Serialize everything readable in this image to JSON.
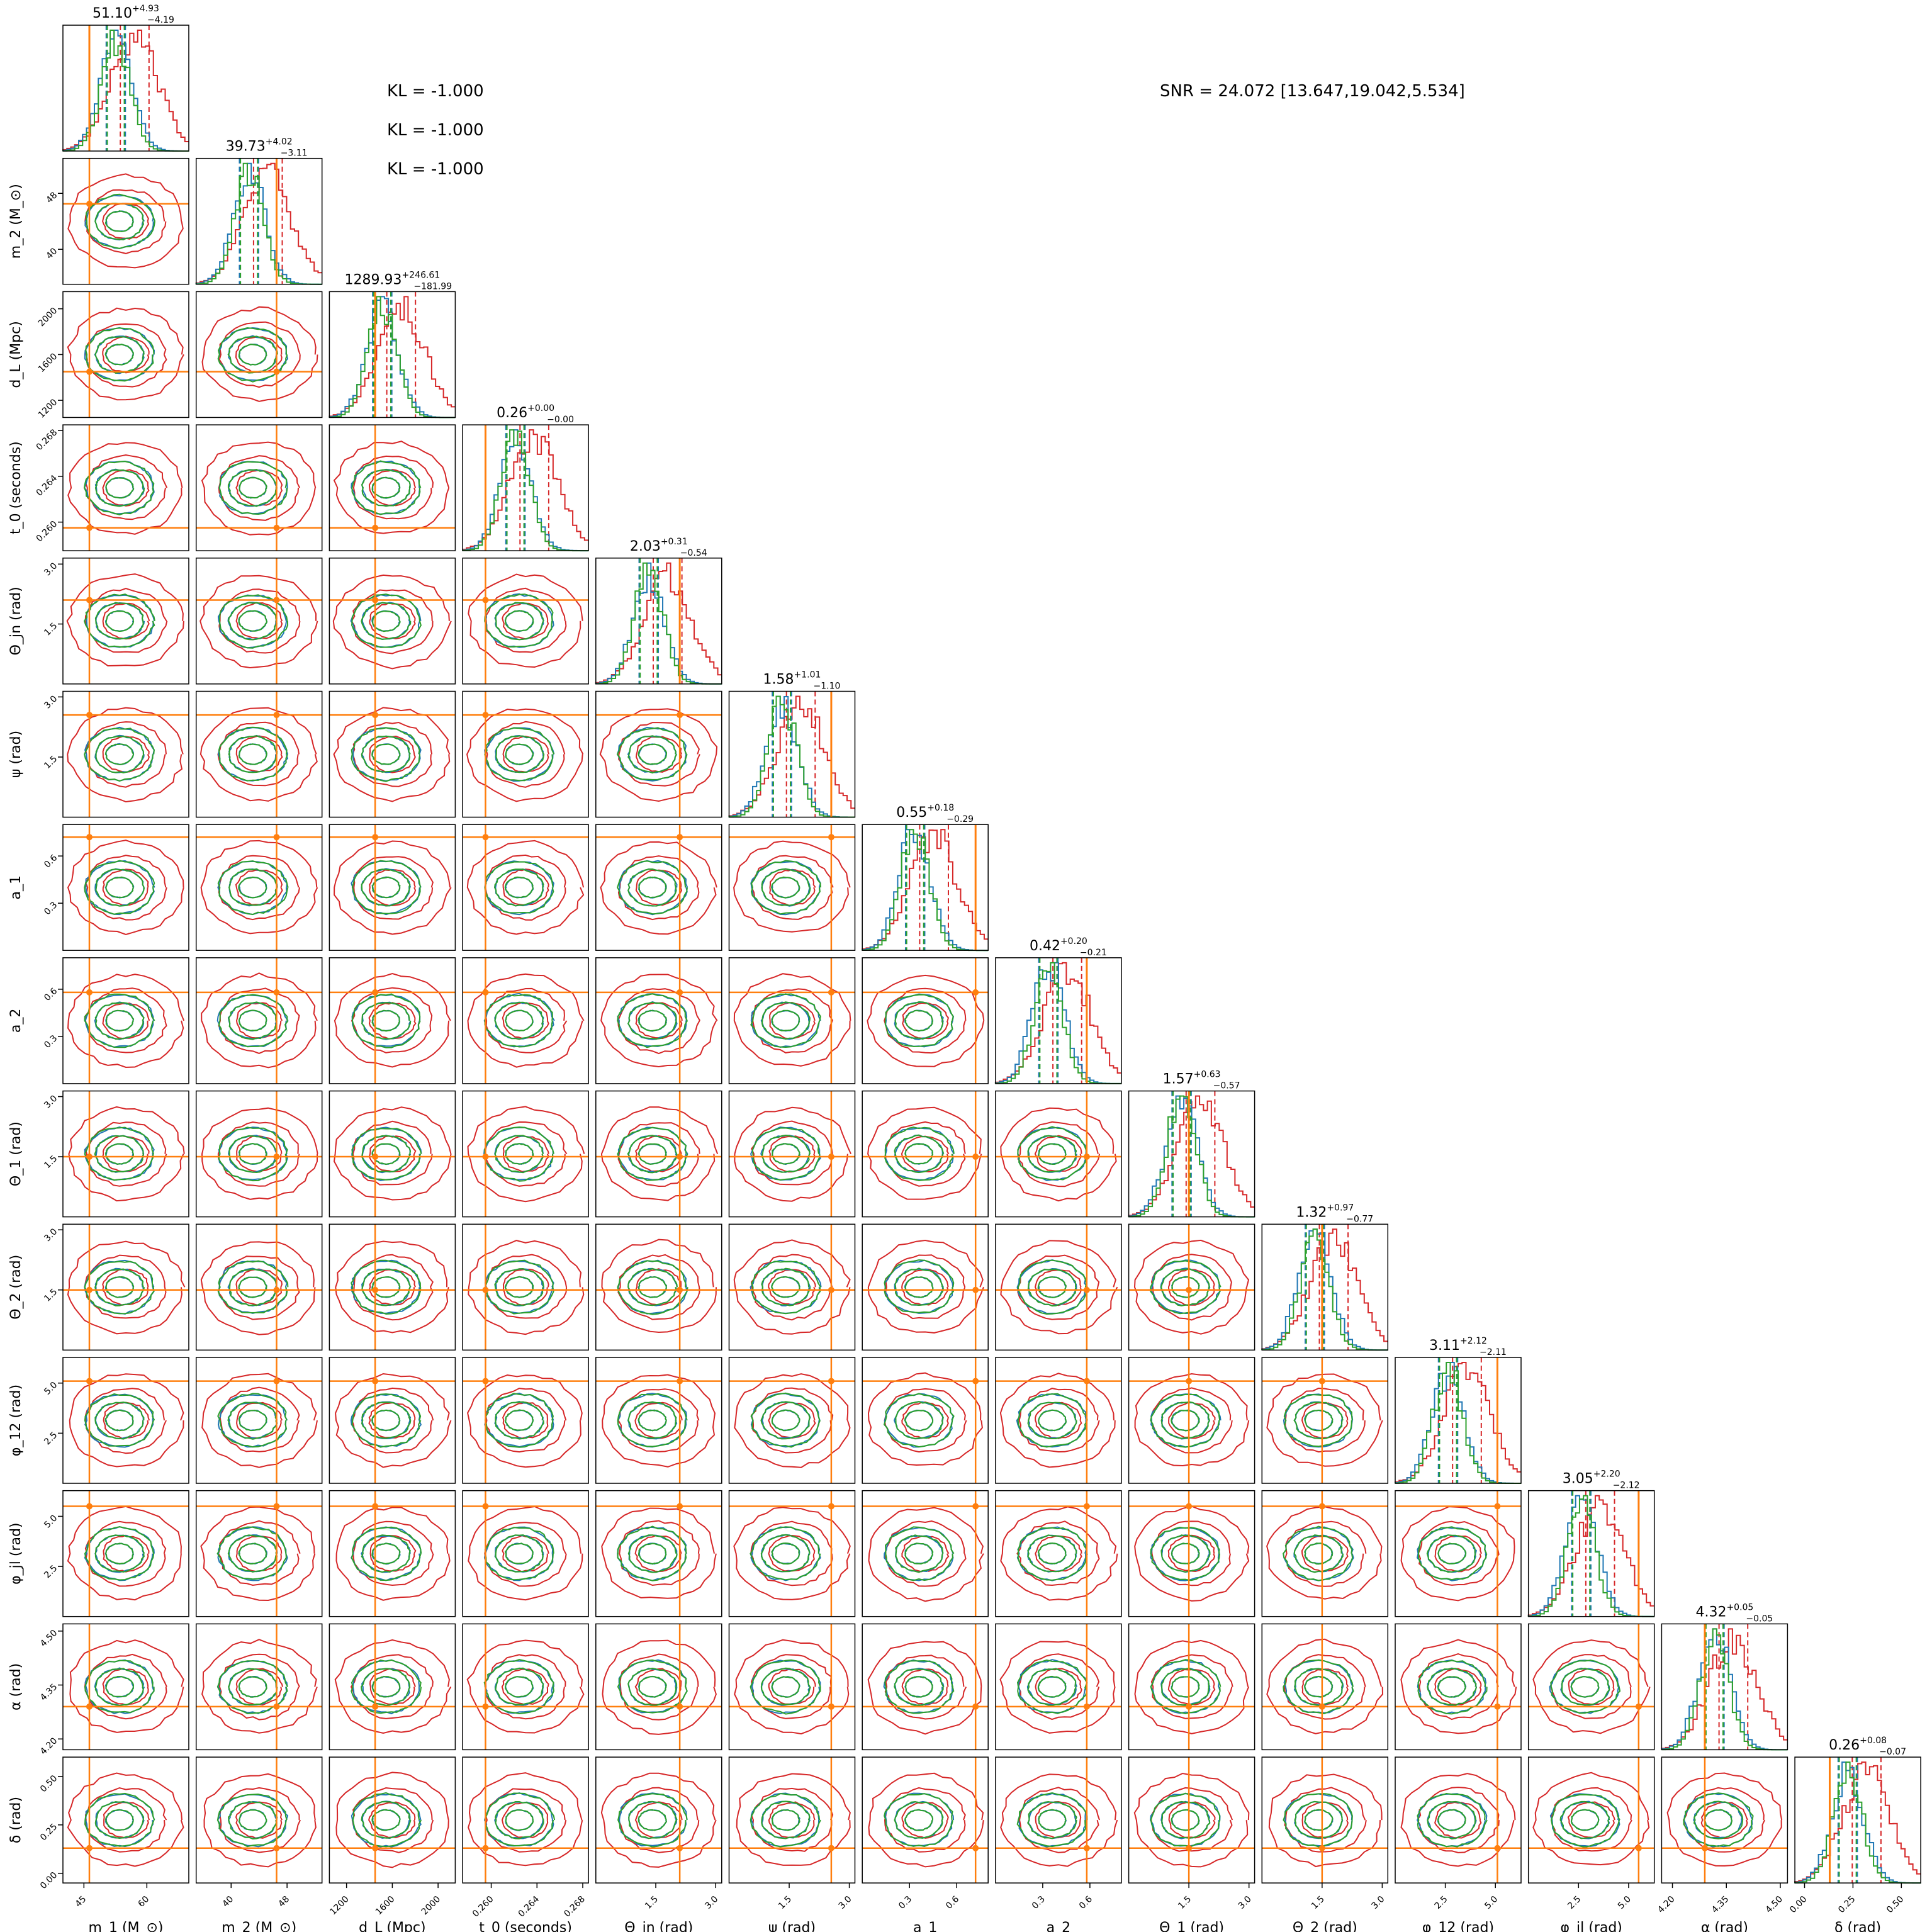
{
  "chart_data": {
    "type": "corner",
    "parameters": [
      {
        "label": "m_1 (M_⊙)",
        "range": [
          40,
          70
        ],
        "ticks": [
          45,
          60
        ],
        "truth": 46.3,
        "title": {
          "value": "51.10",
          "plus": "+4.93",
          "minus": "−4.19"
        }
      },
      {
        "label": "m_2 (M_⊙)",
        "range": [
          35,
          53
        ],
        "ticks": [
          40,
          48
        ],
        "truth": 46.5,
        "title": {
          "value": "39.73",
          "plus": "+4.02",
          "minus": "−3.11"
        }
      },
      {
        "label": "d_L (Mpc)",
        "range": [
          1050,
          2150
        ],
        "ticks": [
          1200,
          1600,
          2000
        ],
        "truth": 1450,
        "title": {
          "value": "1289.93",
          "plus": "+246.61",
          "minus": "−181.99"
        }
      },
      {
        "label": "t_0 (seconds)",
        "range": [
          0.2575,
          0.2685
        ],
        "ticks": [
          0.26,
          0.264,
          0.268
        ],
        "truth": 0.2595,
        "title": {
          "value": "0.26",
          "plus": "+0.00",
          "minus": "−0.00"
        }
      },
      {
        "label": "Θ_jn (rad)",
        "range": [
          0,
          3.15
        ],
        "ticks": [
          1.5,
          3.0
        ],
        "truth": 2.1,
        "title": {
          "value": "2.03",
          "plus": "+0.31",
          "minus": "−0.54"
        }
      },
      {
        "label": "ψ (rad)",
        "range": [
          0,
          3.14
        ],
        "ticks": [
          1.5,
          3.0
        ],
        "truth": 2.55,
        "title": {
          "value": "1.58",
          "plus": "+1.01",
          "minus": "−1.10"
        }
      },
      {
        "label": "a_1",
        "range": [
          0,
          0.8
        ],
        "ticks": [
          0.3,
          0.6
        ],
        "truth": 0.72,
        "title": {
          "value": "0.55",
          "plus": "+0.18",
          "minus": "−0.29"
        }
      },
      {
        "label": "a_2",
        "range": [
          0,
          0.8
        ],
        "ticks": [
          0.3,
          0.6
        ],
        "truth": 0.58,
        "title": {
          "value": "0.42",
          "plus": "+0.20",
          "minus": "−0.21"
        }
      },
      {
        "label": "Θ_1 (rad)",
        "range": [
          0,
          3.14
        ],
        "ticks": [
          1.5,
          3.0
        ],
        "truth": 1.5,
        "title": {
          "value": "1.57",
          "plus": "+0.63",
          "minus": "−0.57"
        }
      },
      {
        "label": "Θ_2 (rad)",
        "range": [
          0,
          3.14
        ],
        "ticks": [
          1.5,
          3.0
        ],
        "truth": 1.5,
        "title": {
          "value": "1.32",
          "plus": "+0.97",
          "minus": "−0.77"
        }
      },
      {
        "label": "φ_12 (rad)",
        "range": [
          0,
          6.28
        ],
        "ticks": [
          2.5,
          5.0
        ],
        "truth": 5.1,
        "title": {
          "value": "3.11",
          "plus": "+2.12",
          "minus": "−2.11"
        }
      },
      {
        "label": "φ_jl (rad)",
        "range": [
          0,
          6.28
        ],
        "ticks": [
          2.5,
          5.0
        ],
        "truth": 5.5,
        "title": {
          "value": "3.05",
          "plus": "+2.20",
          "minus": "−2.12"
        }
      },
      {
        "label": "α (rad)",
        "range": [
          4.17,
          4.52
        ],
        "ticks": [
          4.2,
          4.35,
          4.5
        ],
        "truth": 4.29,
        "title": {
          "value": "4.32",
          "plus": "+0.05",
          "minus": "−0.05"
        }
      },
      {
        "label": "δ (rad)",
        "range": [
          -0.05,
          0.6
        ],
        "ticks": [
          0.0,
          0.25,
          0.5
        ],
        "truth": 0.13,
        "title": {
          "value": "0.26",
          "plus": "+0.08",
          "minus": "−0.07"
        }
      }
    ],
    "tick_labels": [
      [
        "45",
        "60"
      ],
      [
        "40",
        "48"
      ],
      [
        "1200",
        "1600",
        "2000"
      ],
      [
        "0.260",
        "0.264",
        "0.268"
      ],
      [
        "1.5",
        "3.0"
      ],
      [
        "1.5",
        "3.0"
      ],
      [
        "0.3",
        "0.6"
      ],
      [
        "0.3",
        "0.6"
      ],
      [
        "1.5",
        "3.0"
      ],
      [
        "1.5",
        "3.0"
      ],
      [
        "2.5",
        "5.0"
      ],
      [
        "2.5",
        "5.0"
      ],
      [
        "4.20",
        "4.35",
        "4.50"
      ],
      [
        "0.00",
        "0.25",
        "0.50"
      ]
    ],
    "series": [
      {
        "color": "#d62728",
        "width": "wide"
      },
      {
        "color": "#1f77b4",
        "width": "medium"
      },
      {
        "color": "#2ca02c",
        "width": "narrow"
      }
    ],
    "truth_color": "#ff7f0e",
    "annotations": [
      "KL = -1.000",
      "KL = -1.000",
      "KL = -1.000",
      "SNR = 24.072 [13.647,19.042,5.534]"
    ]
  }
}
